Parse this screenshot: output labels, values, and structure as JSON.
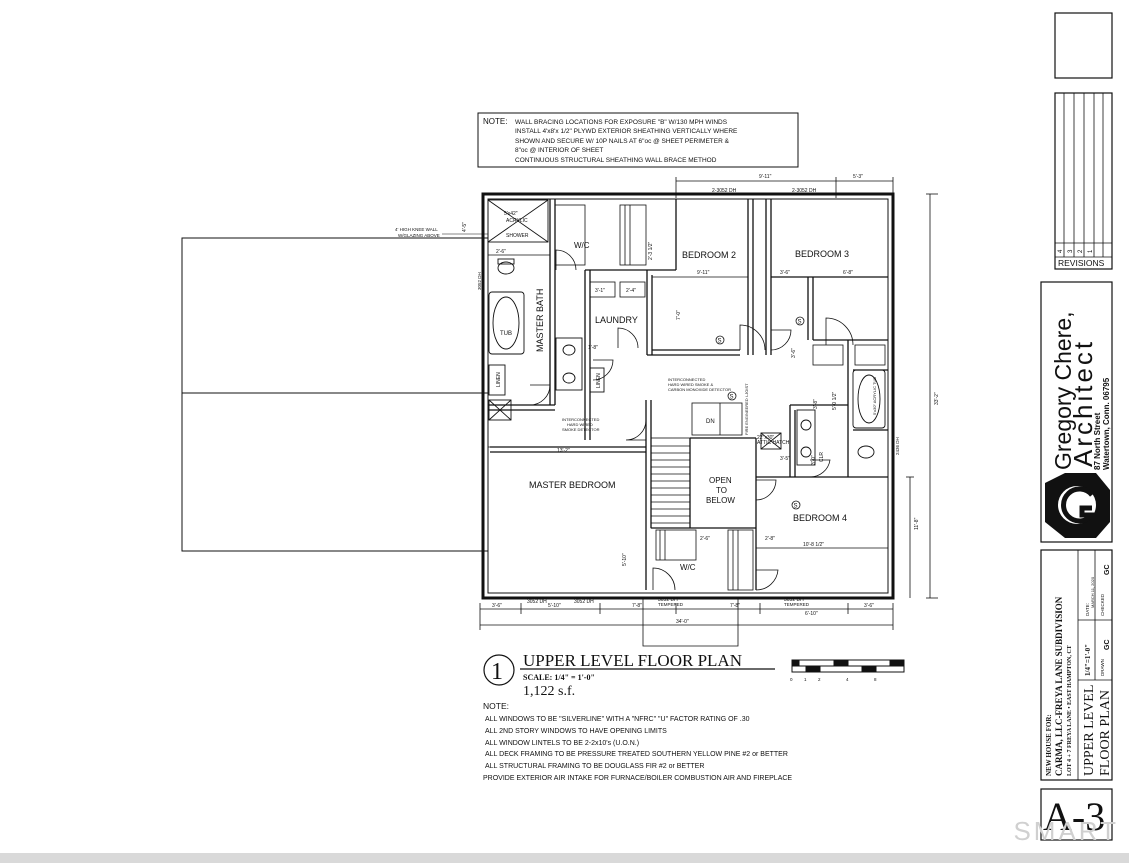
{
  "wall_note": {
    "label": "NOTE:",
    "lines": [
      "WALL BRACING LOCATIONS FOR EXPOSURE \"B\" W/130 MPH WINDS",
      "INSTALL 4'x8'x 1/2\" PLYWD EXTERIOR SHEATHING VERTICALLY WHERE",
      "SHOWN AND SECURE W/ 10P NAILS AT 6\"oc @ SHEET PERIMETER &",
      "8\"oc @ INTERIOR OF SHEET",
      "CONTINUOUS STRUCTURAL SHEATHING WALL BRACE METHOD"
    ]
  },
  "rooms": {
    "bedroom2": "BEDROOM 2",
    "bedroom3": "BEDROOM 3",
    "bedroom4": "BEDROOM 4",
    "master_bedroom": "MASTER BEDROOM",
    "master_bath": "MASTER BATH",
    "laundry": "LAUNDRY",
    "wic_top": "W/C",
    "wic_bottom": "W/C",
    "open_to_below": [
      "OPEN",
      "TO",
      "BELOW"
    ],
    "shower": [
      "5'x42\"",
      "ACRYLIC",
      "SHOWER"
    ],
    "tub": "TUB",
    "linen1": "LINEN",
    "linen2": "LINEN",
    "clr": "CLR",
    "dn": "DN"
  },
  "annotations": {
    "knee_wall": [
      "4' HIGH KNEE WALL",
      "W/GLAZING ABOVE"
    ],
    "smoke1": [
      "INTERCONNECTED",
      "HARD WIRED",
      "SMOKE DETECTOR"
    ],
    "smoke2": [
      "INTERCONNECTED",
      "HARD WIRED SMOKE &",
      "CARBON MONOXIDE DETECTOR"
    ],
    "attic_hatch": [
      "22\"x30\"",
      "ATTIC HATCH"
    ],
    "fire_wall": "FIRE ENGINEERED I-JOIST",
    "acrylic_tub": "5'x30\" ACRYLIC TUB",
    "window_top1": "2-3052 DH",
    "window_top2": "2-3052 DH",
    "window_bottom1": "3052 DH",
    "window_bottom2": "3052 DH",
    "window_bottom3": "3052 DH",
    "window_bottom4": "3052 DH",
    "tempered1": "TEMPERED",
    "tempered2": "TEMPERED",
    "window_left": "3052 DH",
    "window_right": "2436 DH"
  },
  "dimensions": {
    "top1": "9'-11\"",
    "top2": "5'-3\"",
    "b2_width": "9'-11\"",
    "b3_left": "3'-6\"",
    "b3_right": "6'-8\"",
    "b2_depth": "7'-0\"",
    "closet1": "3'-1\"",
    "closet2": "2'-4\"",
    "shower_side": "4'-5\"",
    "bath_w": "2'-6\"",
    "mb_width": "13'-2\"",
    "b4_width": "10'-8 1/2\"",
    "b4_depth": "11'-8\"",
    "overall_depth": "33'-2\"",
    "overall_width": "34'-0\"",
    "wic_depth": "5'-10\"",
    "bottom1": "3'-6\"",
    "bottom2": "5'-10\"",
    "bottom3": "7'-8\"",
    "bottom4": "7'-8\"",
    "bottom5": "6'-10\"",
    "bottom6": "3'-6\"",
    "hall1": "3'-8\"",
    "hall2": "3'-5\"",
    "hall3": "3'-0\"",
    "misc1": "1'-8\"",
    "misc2": "2'-8\"",
    "misc3": "2'-6\"",
    "misc4": "2'-3 1/2\"",
    "misc5": "5'-0 1/2\"",
    "misc6": "3'-6\""
  },
  "plan_title": {
    "number": "1",
    "title": "UPPER LEVEL FLOOR PLAN",
    "scale": "SCALE: 1/4\" = 1'-0\"",
    "area": "1,122 s.f.",
    "scale_bar_labels": [
      "0",
      "1",
      "2",
      "4",
      "8"
    ]
  },
  "general_notes": {
    "label": "NOTE:",
    "lines": [
      "ALL WINDOWS TO BE \"SILVERLINE\" WITH A \"NFRC\" \"U\" FACTOR RATING OF .30",
      "ALL 2ND STORY WINDOWS TO HAVE OPENING LIMITS",
      "ALL WINDOW LINTELS TO BE 2-2x10's (U.O.N.)",
      "ALL DECK FRAMING TO BE PRESSURE TREATED SOUTHERN YELLOW PINE #2 or BETTER",
      "ALL STRUCTURAL FRAMING TO BE DOUGLASS FIR #2 or BETTER",
      "PROVIDE EXTERIOR AIR INTAKE FOR FURNACE/BOILER COMBUSTION AIR AND FIREPLACE"
    ]
  },
  "title_block": {
    "revisions_label": "REVISIONS",
    "revision_numbers": [
      "4",
      "3",
      "2",
      "1"
    ],
    "architect_line1": "Gregory Chere,",
    "architect_line2": "Architect",
    "address1": "87 North Street",
    "address2": "Watertown, Conn. 06795",
    "project_line1": "NEW HOUSE FOR:",
    "project_line2": "CARMA, LLC-FREYA LANE SUBDIVISION",
    "project_line3": "LOT 4 + 7 FREYA LANE • EAST HAMPTON, CT",
    "sheet_title1": "UPPER LEVEL",
    "sheet_title2": "FLOOR PLAN",
    "scale_value": "1/4\"=1'-0\"",
    "date_label": "DATE:",
    "date_value": "MARCH 11, 2020",
    "drawn_label": "DRAWN",
    "drawn_value": "GC",
    "checked_label": "CHECKED",
    "checked_value": "GC",
    "sheet_number": "A-3"
  },
  "watermark": "SMART"
}
